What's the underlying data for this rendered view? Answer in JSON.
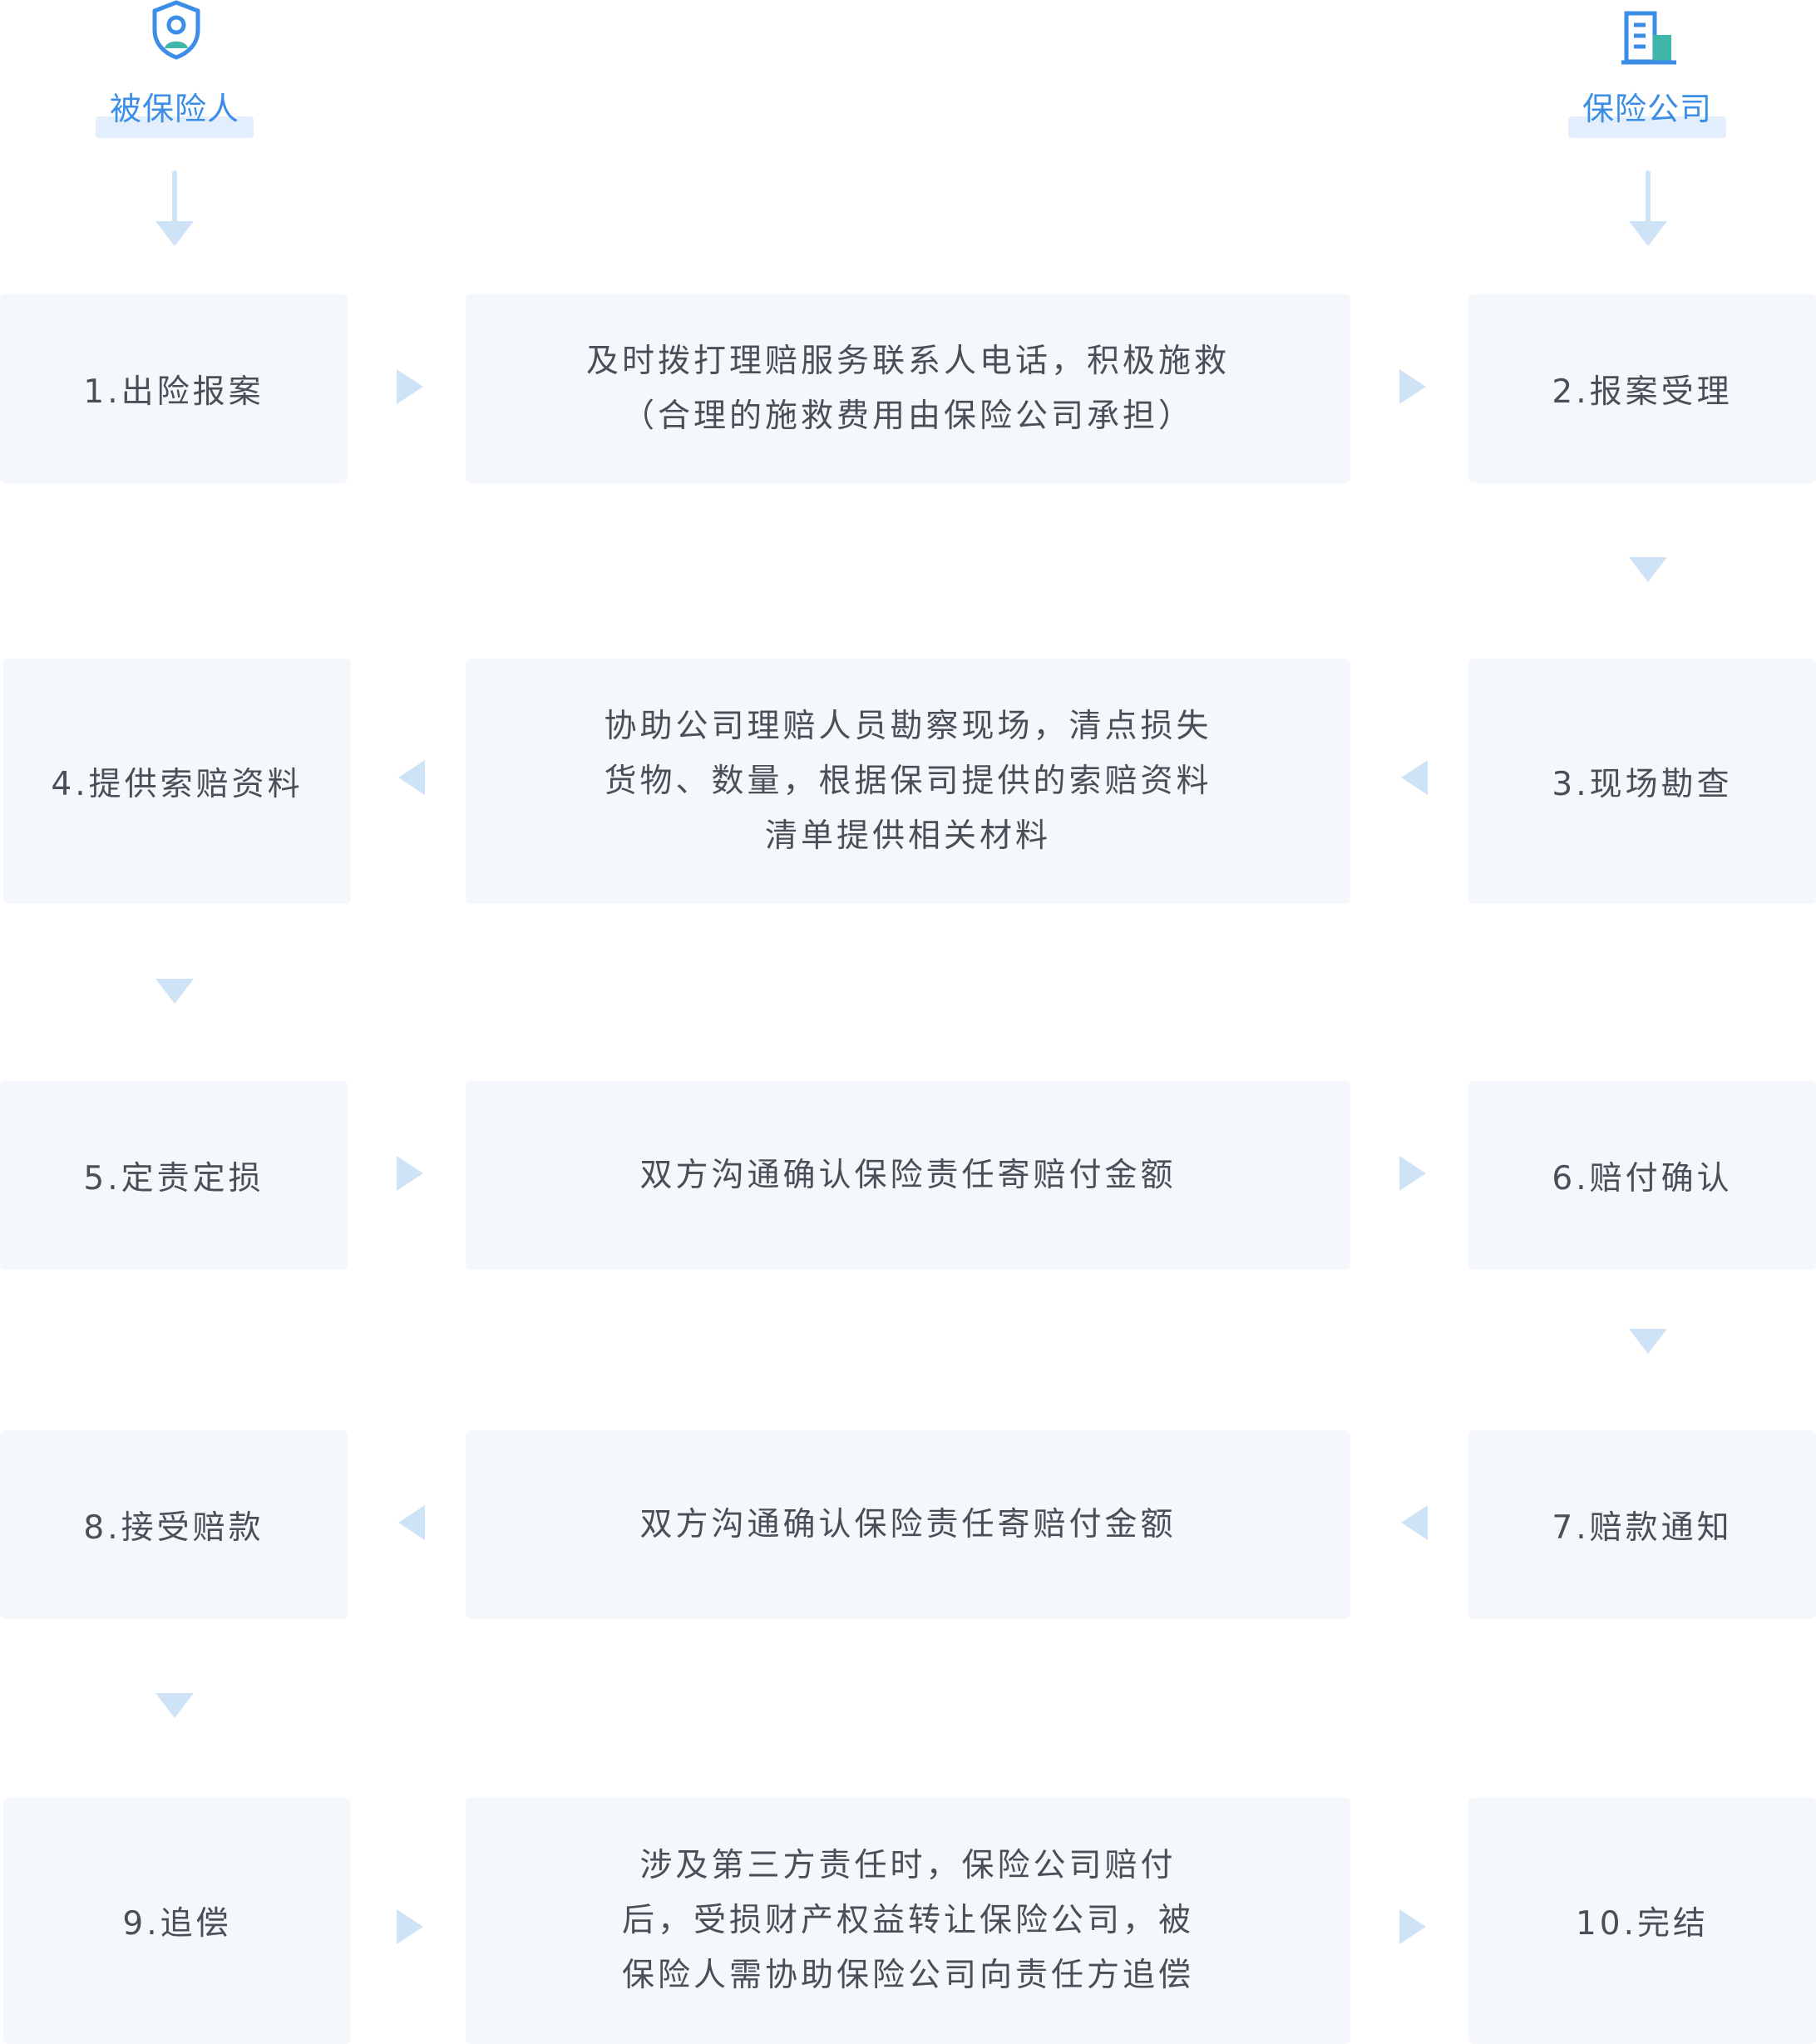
{
  "colors": {
    "box_bg": "#f4f8fc",
    "arrow": "#cfe3f6",
    "accent": "#3b8de6",
    "text": "#4a4f57"
  },
  "actors": {
    "insured": {
      "label": "被保险人",
      "icon": "shield-person-icon"
    },
    "insurer": {
      "label": "保险公司",
      "icon": "building-icon"
    }
  },
  "steps": {
    "s1": "1.出险报案",
    "s2": "2.报案受理",
    "s3": "3.现场勘查",
    "s4": "4.提供索赔资料",
    "s5": "5.定责定损",
    "s6": "6.赔付确认",
    "s7": "7.赔款通知",
    "s8": "8.接受赔款",
    "s9": "9.追偿",
    "s10": "10.完结"
  },
  "descriptions": {
    "d1": "及时拨打理赔服务联系人电话，积极施救\n（合理的施救费用由保险公司承担）",
    "d2": "协助公司理赔人员勘察现场，清点损失\n货物、数量，根据保司提供的索赔资料\n清单提供相关材料",
    "d3": "双方沟通确认保险责任寄赔付金额",
    "d4": "双方沟通确认保险责任寄赔付金额",
    "d5": "涉及第三方责任时，保险公司赔付\n后，受损财产权益转让保险公司，被\n保险人需协助保险公司向责任方追偿"
  }
}
